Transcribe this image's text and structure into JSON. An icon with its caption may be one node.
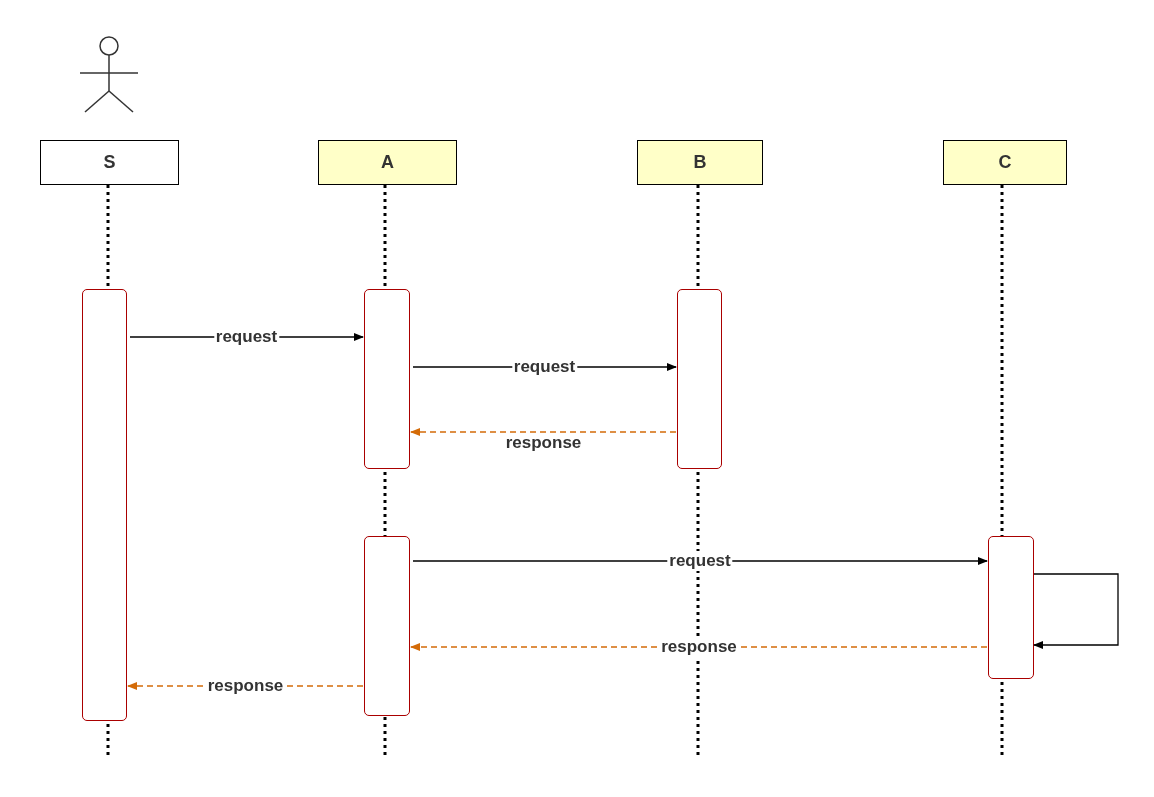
{
  "diagram": {
    "nodes": [
      {
        "text": [],
        "shape": "person"
      },
      {
        "text": [
          "S"
        ]
      },
      {
        "text": [
          "A"
        ]
      },
      {
        "text": [
          "B"
        ]
      },
      {
        "text": [
          "C"
        ]
      },
      {
        "text": [],
        "shape": "box"
      },
      {
        "text": [],
        "shape": "box"
      },
      {
        "text": [],
        "shape": "box"
      },
      {
        "text": [],
        "shape": "box"
      },
      {
        "text": [],
        "shape": "box"
      }
    ],
    "edges": [
      {
        "from": 5,
        "to": 6,
        "arrow": "to",
        "label": "request"
      },
      {
        "from": 6,
        "to": 7,
        "arrow": "to",
        "label": "request"
      },
      {
        "from": 7,
        "to": 6,
        "arrow": "to",
        "label": "response",
        "style": "dashed",
        "color": "#d46b08"
      },
      {
        "from": 8,
        "to": 9,
        "arrow": "to",
        "label": "request"
      },
      {
        "from": 9,
        "to": 9,
        "arrow": "to"
      },
      {
        "from": 9,
        "to": 8,
        "arrow": "to",
        "label": "response",
        "style": "dashed",
        "color": "#d46b08"
      },
      {
        "from": 8,
        "to": 5,
        "arrow": "to",
        "label": "response",
        "style": "dashed",
        "color": "#d46b08"
      }
    ]
  }
}
